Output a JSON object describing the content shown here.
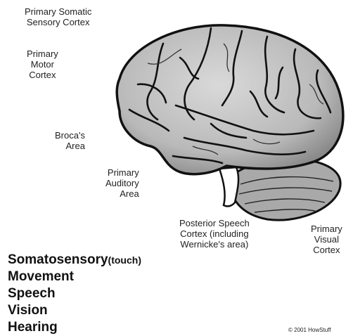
{
  "labels": {
    "somatic": "Primary Somatic\nSensory Cortex",
    "motor": "Primary\nMotor\nCortex",
    "broca": "Broca's\nArea",
    "auditory": "Primary\nAuditory\nArea",
    "wernicke": "Posterior Speech\nCortex (including\nWernicke's area)",
    "visual": "Primary\nVisual\nCortex"
  },
  "legend": {
    "somatosensory": "Somatosensory",
    "touch": "(touch)",
    "movement": "Movement",
    "speech": "Speech",
    "vision": "Vision",
    "hearing": "Hearing"
  },
  "copyright": "© 2001 HowStuff"
}
